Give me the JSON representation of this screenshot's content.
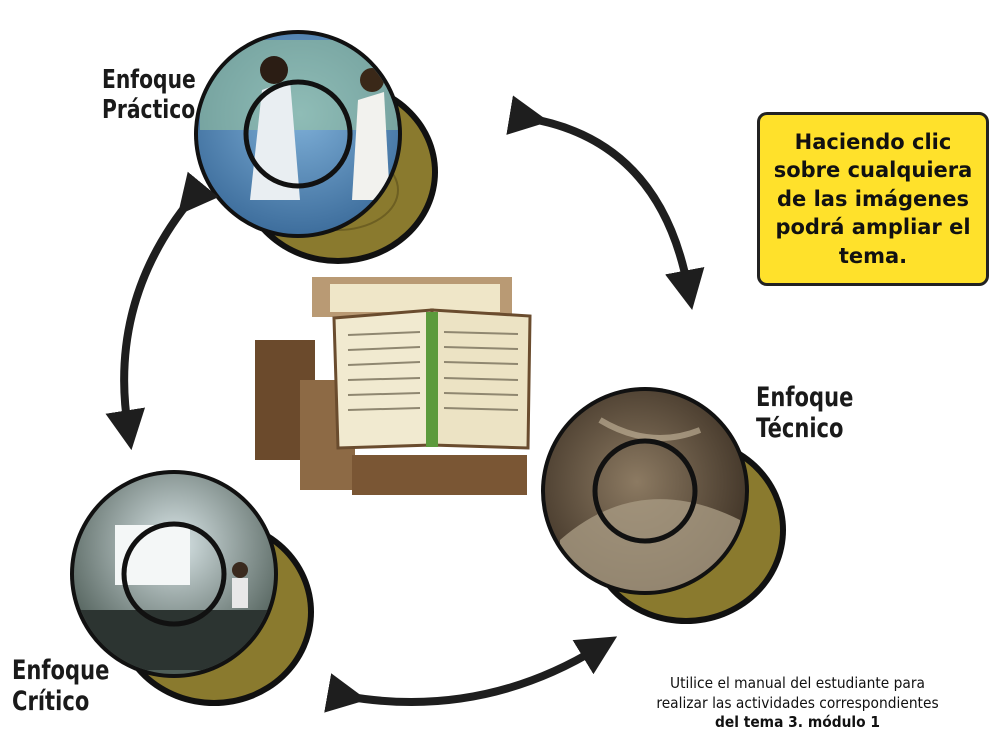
{
  "approaches": {
    "practical": [
      "Enfoque",
      "Práctico"
    ],
    "technical": [
      "Enfoque",
      "Técnico"
    ],
    "critical": [
      "Enfoque",
      "Crítico"
    ]
  },
  "callout": {
    "text": "Haciendo clic sobre cualquiera de las imágenes podrá ampliar el tema."
  },
  "note": {
    "line1": "Utilice el manual del estudiante para",
    "line2": "realizar las actividades correspondientes",
    "line3": "del tema 3. módulo 1"
  },
  "colors": {
    "disc_olive": "#8a7a2e",
    "callout_fill": "#ffe12b",
    "arrow": "#1e1e1e"
  },
  "icons": [
    "double-arrow-icon"
  ]
}
